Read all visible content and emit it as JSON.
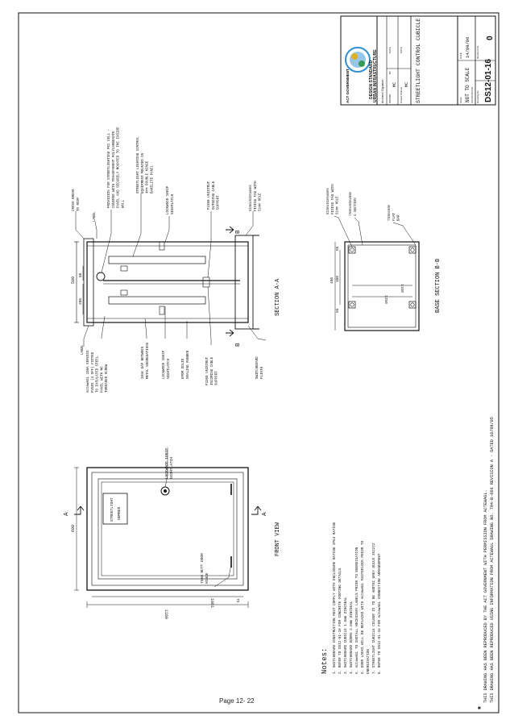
{
  "title_block": {
    "org_line1": "ACT GOVERNMENT",
    "org_line2": "DESIGN STANDARD",
    "org_line3": "URBAN INFRASTRUCTURE",
    "architect_label": "Architect Signature",
    "drawn_label": "DRAWN",
    "drawn_value": "MC",
    "by_label": "BY",
    "date_label": "DATE",
    "pm_label": "Project Planner",
    "pm_value": "MC",
    "drawing_title": "STREETLIGHT CONTROL CUBICLE",
    "scale_label": "Scale",
    "scale_value": "NOT TO SCALE",
    "date_value": "14/09/06",
    "autocad_label": "AUTOCAD File",
    "drawing_no_label": "Drawing No.",
    "drawing_no": "DS12-01-16",
    "revision_label": "Revision No.",
    "revision": "0"
  },
  "front_view": {
    "label": "FRONT VIEW",
    "name_plate": [
      "STREETLIGHT",
      "NUMBER"
    ],
    "dim_height": "600",
    "dim_width": "1160",
    "dim_inner": "1061",
    "dim_side": "75",
    "section_mark": "A",
    "callout_lock": [
      "LOCKWOOD 1001P",
      "NIGHTLATCH"
    ],
    "callout_hinge": [
      "75mm BUTT DOOR",
      "HINGE"
    ]
  },
  "section_aa": {
    "label": "SECTION A-A",
    "dim_total": "500",
    "dim_a": "80",
    "dim_b": "200",
    "section_mark": "B",
    "callouts_top": [
      [
        "CROSS BREAK",
        "TO ROOF"
      ],
      [
        "LABEL"
      ],
      [
        "PROVISION FOR STREETLIGHTING PEC CELL -",
        "COVERED WITH TRANSPARENT POLYCARBONATE",
        "PANEL AND SECURELY MOUNTED TO THE INSIDE",
        "WALL"
      ],
      [
        "STREETLIGHT LIGHTING CONTROL",
        "EQUIPMENT MOUNTED ON",
        "4mm DOUBLE HINGE",
        "BAKELITE PANEL"
      ],
      [
        "LOCKWOOD 1001P",
        "NIGHTLATCH"
      ],
      [
        "P3300 UNISTRUT",
        "OUTGOING CABLE",
        "SUPPORT"
      ],
      [
        "51mmx51mmx6mm",
        "FIXING TAG WITH",
        "51mm HOLE"
      ]
    ],
    "callouts_bottom": [
      [
        "LABEL"
      ],
      [
        "ActewAGL 100A SERVICE",
        "FUSES (3 OFF) FITTED",
        "TO INSULATED STEEL",
        "PANEL WITH M6",
        "THREADED SCREW"
      ],
      [
        "20mm GAP BETWEEN",
        "METAL SEGREGATIONS"
      ],
      [
        "LOCKWOOD 1001P",
        "NIGHTLATCH"
      ],
      [
        "EPDM SOLID",
        "SEALING RUBBER"
      ],
      [
        "P3300 UNISTRUT",
        "INCOMING CABLE",
        "SUPPORT"
      ],
      [
        "SWITCHBOARD",
        "PLINTH"
      ]
    ]
  },
  "section_bb": {
    "label": "BASE SECTION B-B",
    "dim_depth": "400",
    "dim_inner": "360",
    "dim_edge1": "65",
    "dim_edge2": "65",
    "dim_width": "1250",
    "dim_inner_w": "1150",
    "callouts": [
      [
        "51mmx51mmx6mm",
        "FIXING TAG WITH",
        "51mm HOLE"
      ],
      [
        "75mmx6mmx6mm",
        "C SECTION"
      ],
      [
        "75mmx6mm",
        "FLAT",
        "BAR"
      ]
    ]
  },
  "notes": {
    "heading": "Notes:",
    "items": [
      "1. SWITCHBOARD CONSTRUCTION MUST COMPLY WITH ENCLOSURE RATING IP54 RATING",
      "2. REFER TO DS12-01-19 FOR CONCRETE FOOTING DETAILS",
      "3. SWITCHBOARD CUBICLE 1.6mm ZINCSEAL",
      "4. SWITCHBOARD DOORS 2.0mm ZINCSEAL",
      "5. ActewAGL TO INSTALL NECESSARY LABELS PRIOR TO ENERGISATION",
      "6. DOOR LOCKS WILL BE REPLACED WITH ActewAGL MASTERLOCK PRIOR TO",
      "   ENERGISATION",
      "7. STREETLIGHT CUBICLE COLOUR IS TO BE ANOTEC GREY DULUX 352272",
      "8. REFER TO DS12-01-15 FOR ActewAGL CONNECTION ARRANGEMENT"
    ]
  },
  "footer": {
    "line1": "THIS DRAWING HAS BEEN REPRODUCED BY THE ACT GOVERNMENT WITH PERMISSION FROM ACTEWAGL.",
    "line2": "THIS DRAWING HAS BEEN REPRODUCED USING INFORMATION FROM ACTEWAGL DRAWING NO. 794-B-066 REVISION A - DATED 10/09/05"
  },
  "page_label": "Page 12- 22",
  "colors": {
    "ink": "#111111",
    "emblem_blue": "#2f8fd0",
    "emblem_gold": "#e0b020",
    "emblem_green": "#3a9a55"
  }
}
